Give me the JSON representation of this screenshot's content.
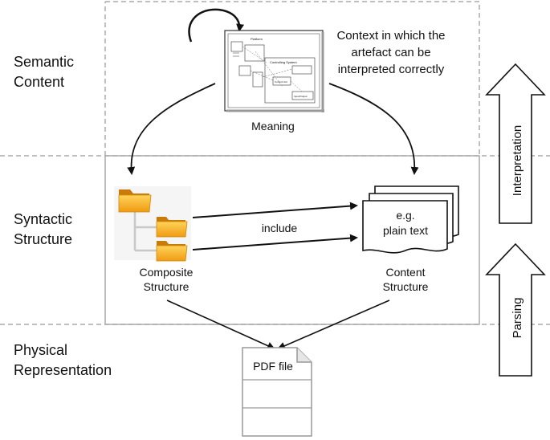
{
  "layers": {
    "semantic": [
      "Semantic",
      "Content"
    ],
    "syntactic": [
      "Syntactic",
      "Structure"
    ],
    "physical": [
      "Physical",
      "Representation"
    ]
  },
  "meaning": {
    "label": "Meaning",
    "context_note": [
      "Context in which the",
      "artefact can be",
      "interpreted correctly"
    ],
    "thumbnail_texts": [
      "Platform",
      "Controlling System",
      "Control Unit",
      "Input/Output"
    ]
  },
  "composite_structure": {
    "label": [
      "Composite",
      "Structure"
    ]
  },
  "content_structure": {
    "label": [
      "Content",
      "Structure"
    ],
    "doc_text": [
      "e.g.",
      "plain text"
    ]
  },
  "relation": {
    "label": "include"
  },
  "pdf": {
    "label": "PDF file"
  },
  "side_arrows": {
    "up_upper": "Interpretation",
    "up_lower": "Parsing"
  },
  "colors": {
    "dashed_line": "#aaaaaa",
    "arrow": "#111111",
    "folder_top": "#f7b733",
    "folder_body": "#f39c12",
    "folder_shadow": "#c97a08",
    "tree_line": "#c8c8c8"
  }
}
